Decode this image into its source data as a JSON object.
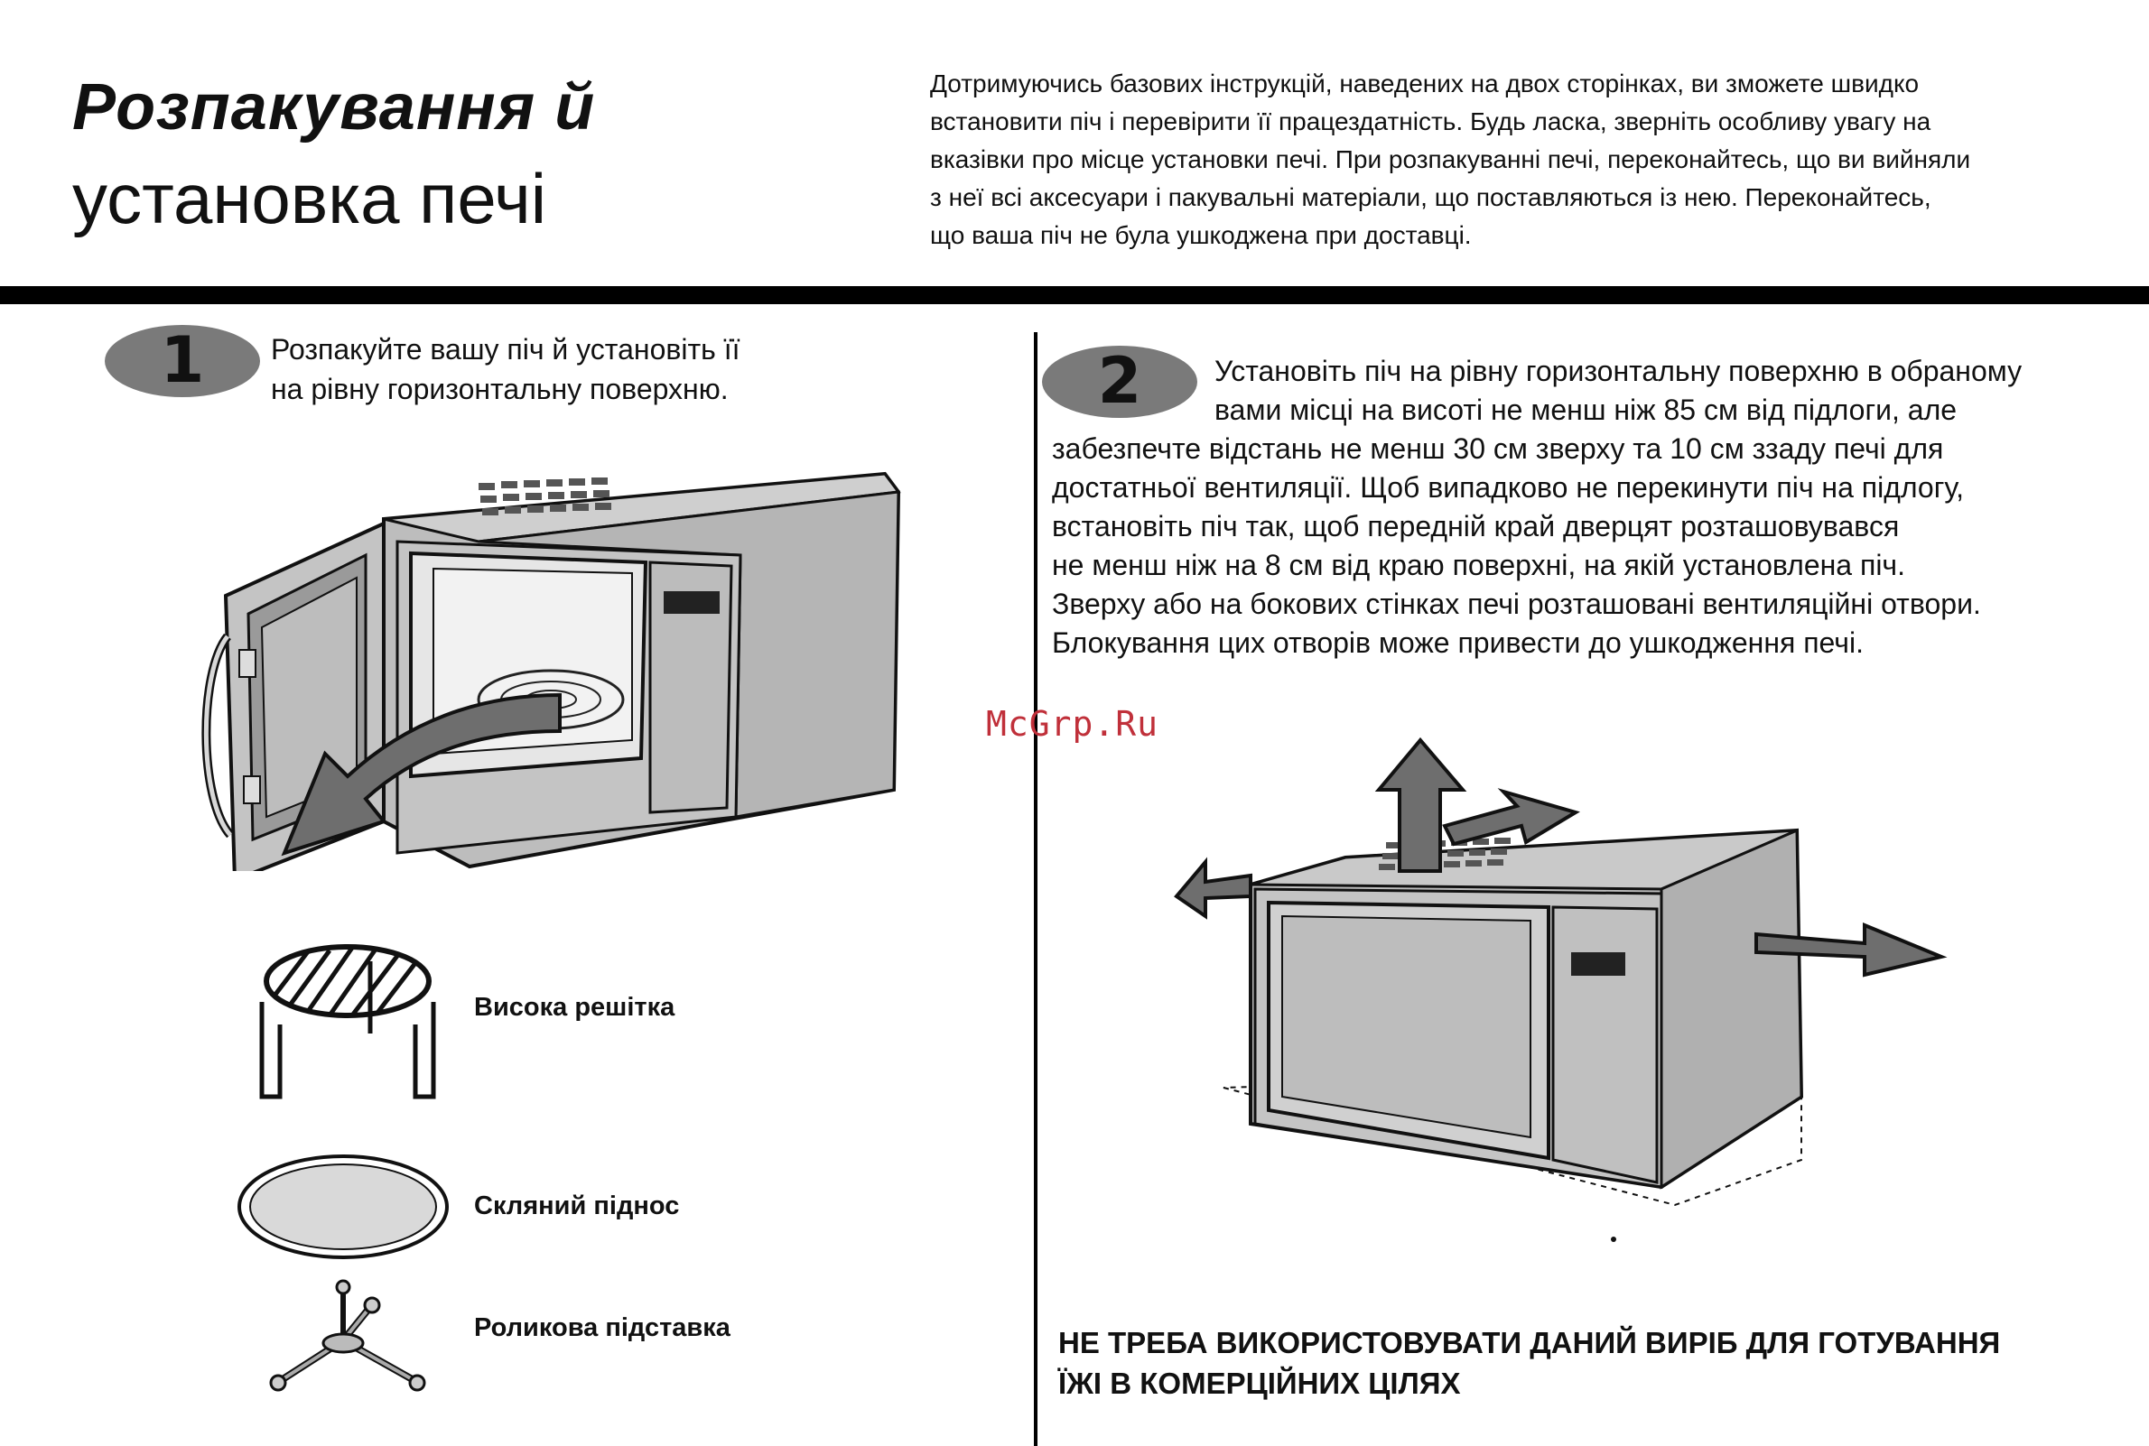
{
  "header": {
    "title_line1": "Розпакування й",
    "title_line2": "установка печі",
    "intro_lines": [
      "Дотримуючись базових інструкцій, наведених на двох сторінках, ви зможете швидко",
      "встановити піч і перевірити її працездатність. Будь ласка, зверніть особливу увагу на",
      "вказівки про місце установки печі. При розпакуванні печі, переконайтесь, що ви вийняли",
      "з неї всі аксесуари і пакувальні матеріали, що поставляються із нею. Переконайтесь,",
      "що ваша піч не була ушкоджена при доставці."
    ]
  },
  "step1": {
    "number": "1",
    "text_lines": [
      "Розпакуйте вашу піч й установіть її",
      "на рівну горизонтальну поверхню."
    ],
    "accessories": [
      {
        "label": "Висока решітка"
      },
      {
        "label": "Скляний піднос"
      },
      {
        "label": "Роликова підставка"
      }
    ]
  },
  "step2": {
    "number": "2",
    "text_lines": [
      "Установіть піч на рівну горизонтальну поверхню в обраному",
      "вами місці на висоті не менш ніж 85 см від підлоги, але",
      "забезпечте відстань не менш 30 см зверху та 10 см ззаду печі для",
      "достатньої вентиляції.  Щоб випадково не перекинути піч на підлогу,",
      "встановіть піч так, щоб передній край дверцят розташовувався",
      "не менш ніж на 8 см від краю поверхні, на якій установлена піч.",
      "Зверху або на бокових стінках печі розташовані вентиляційні отвори.",
      "Блокування цих отворів може привести до ушкодження печі."
    ]
  },
  "watermark": "McGrp.Ru",
  "warning_lines": [
    "НЕ ТРЕБА ВИКОРИСТОВУВАТИ ДАНИЙ ВИРІБ ДЛЯ ГОТУВАННЯ",
    "ЇЖІ В КОМЕРЦІЙНИХ ЦІЛЯХ"
  ],
  "colors": {
    "oven_gray": "#bdbdbd",
    "dark_gray": "#6e6e6e",
    "badge_gray": "#7a7a7a"
  }
}
